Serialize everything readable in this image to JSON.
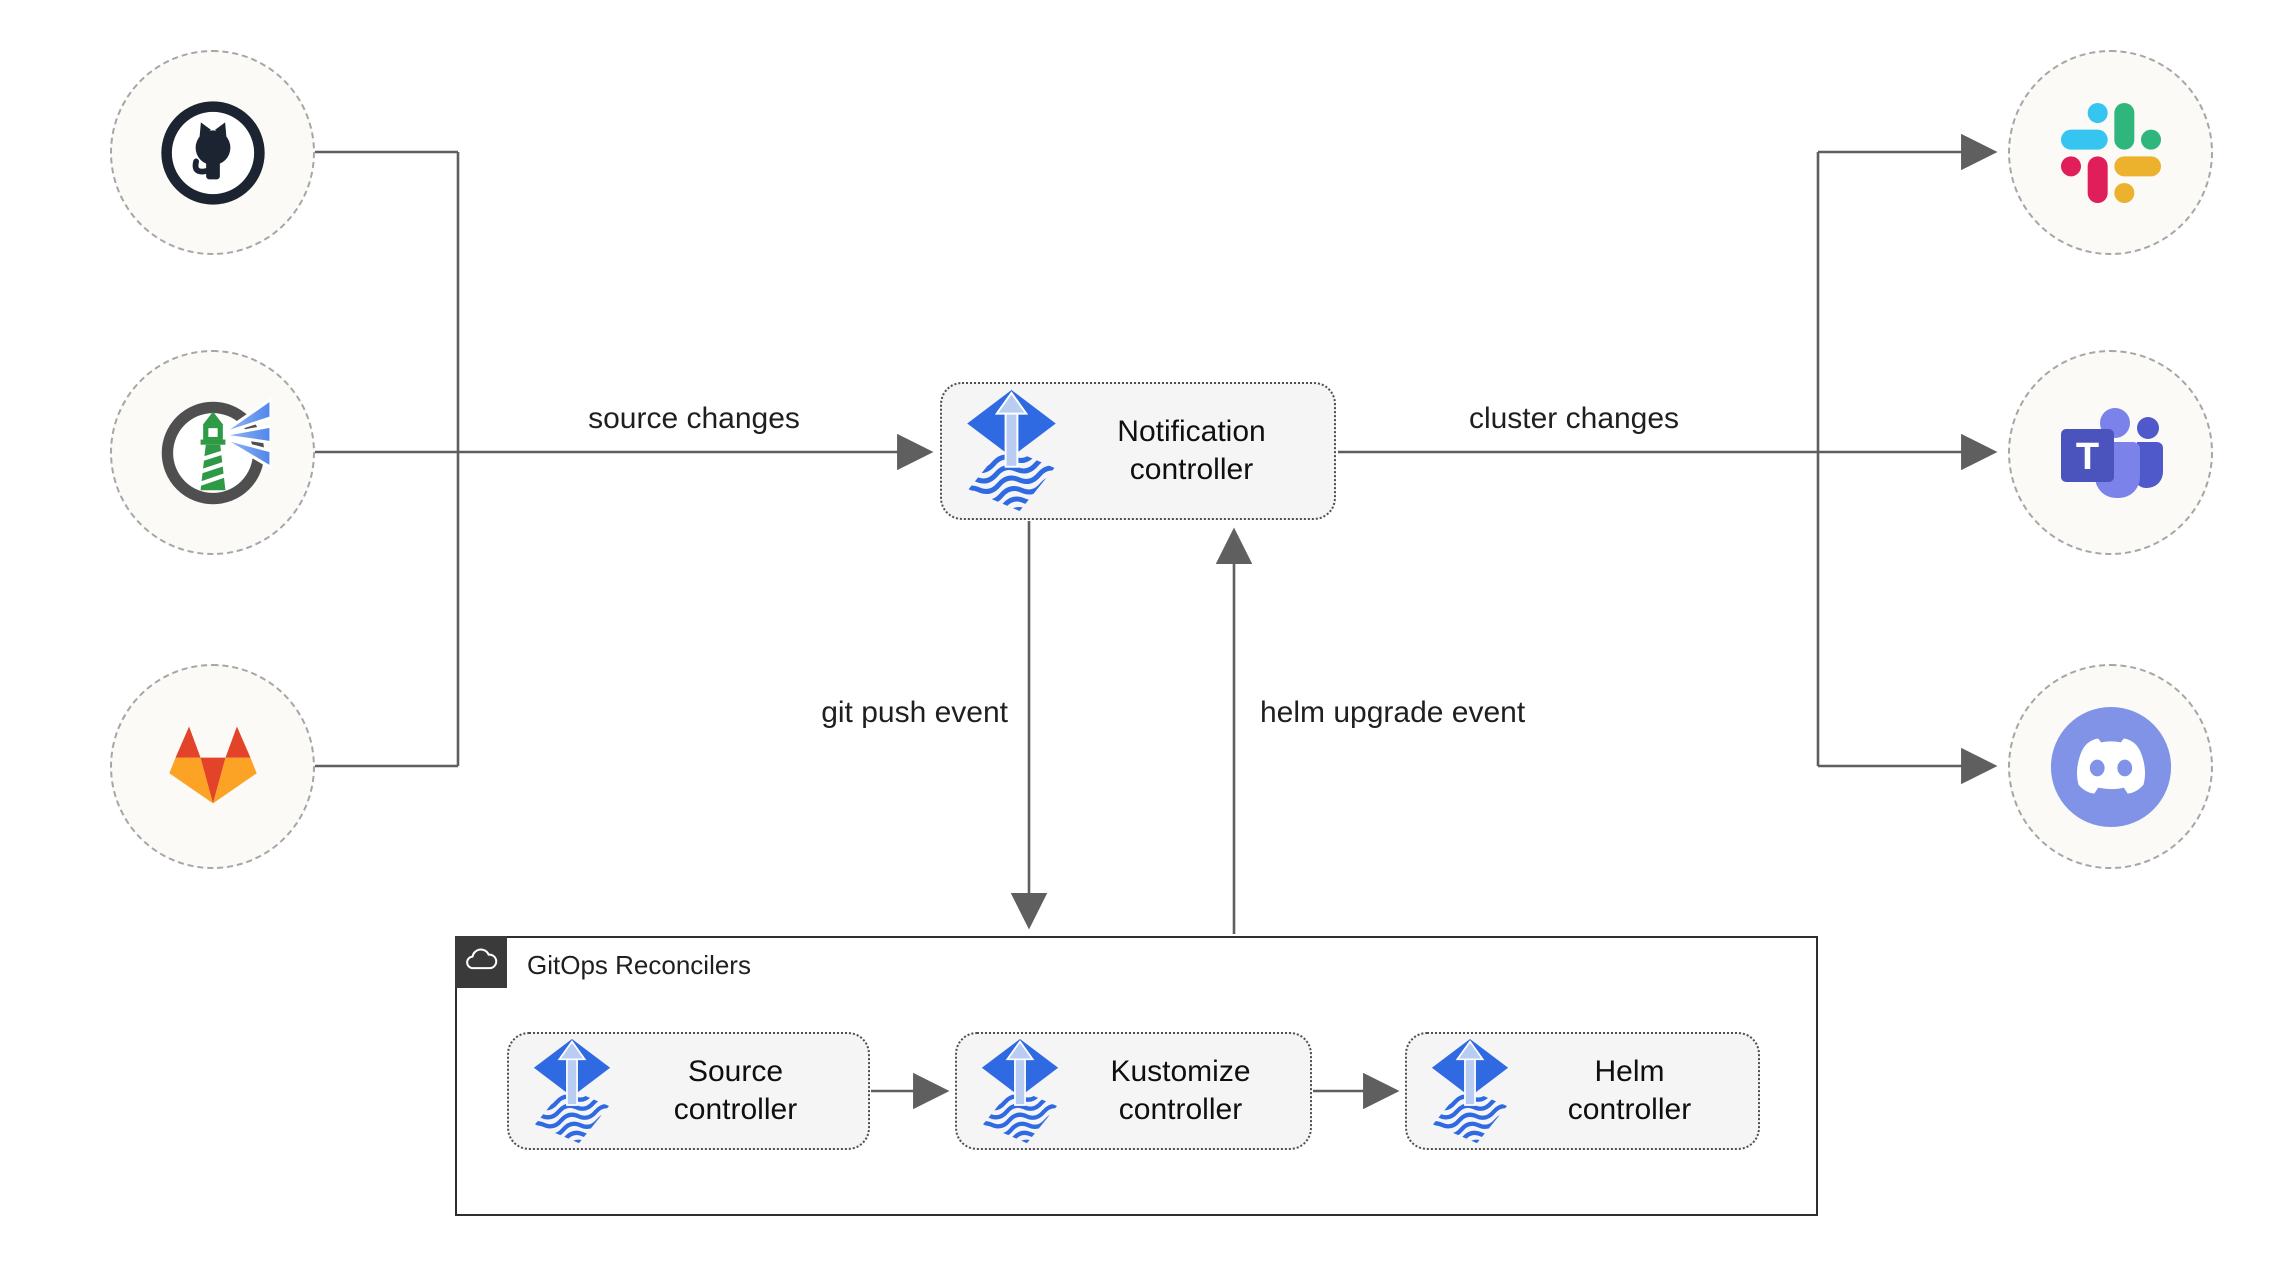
{
  "diagram": {
    "notification_node": {
      "line1": "Notification",
      "line2": "controller",
      "icon": "flux-icon"
    },
    "gitops_container": {
      "title": "GitOps Reconcilers",
      "icon": "cloud-icon"
    },
    "reconcilers": [
      {
        "id": "source",
        "line1": "Source",
        "line2": "controller",
        "icon": "flux-icon"
      },
      {
        "id": "kustomize",
        "line1": "Kustomize",
        "line2": "controller",
        "icon": "flux-icon"
      },
      {
        "id": "helm",
        "line1": "Helm",
        "line2": "controller",
        "icon": "flux-icon"
      }
    ],
    "sources": [
      {
        "id": "github",
        "icon": "github-icon"
      },
      {
        "id": "harbor",
        "icon": "harbor-icon"
      },
      {
        "id": "gitlab",
        "icon": "gitlab-icon"
      }
    ],
    "targets": [
      {
        "id": "slack",
        "icon": "slack-icon"
      },
      {
        "id": "teams",
        "icon": "teams-icon",
        "letter": "T"
      },
      {
        "id": "discord",
        "icon": "discord-icon"
      }
    ],
    "edges": {
      "source_changes": "source changes",
      "cluster_changes": "cluster changes",
      "git_push_event": "git push event",
      "helm_upgrade_event": "helm upgrade event"
    },
    "colors": {
      "line": "#5f5f5f",
      "node_fill": "#f5f5f5",
      "node_border": "#4f4f4f",
      "circle_fill": "#fbfaf7",
      "circle_border": "#a6a6a6",
      "flux_blue": "#2f6ae2",
      "flux_arrow": "#b9cdf3",
      "badge_bg": "#3a3a3a",
      "github": "#1b2430",
      "gitlab_red": "#e24329",
      "gitlab_orange": "#fca326",
      "harbor_green": "#2e9a46",
      "harbor_ring": "#4f4f4f",
      "harbor_beam": "#4f86ea",
      "slack_blue": "#36C5F0",
      "slack_green": "#2EB67D",
      "slack_yellow": "#ECB22E",
      "slack_red": "#E01E5A",
      "teams_purple": "#4b53bc",
      "teams_light": "#7b83eb",
      "discord_blurple": "#8193e6"
    }
  }
}
